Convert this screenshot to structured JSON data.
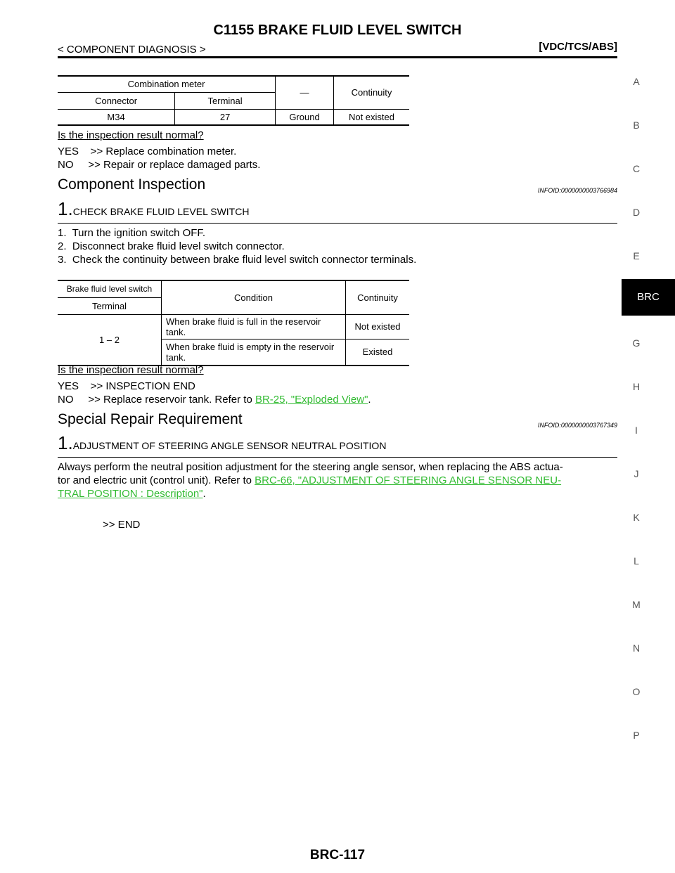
{
  "header": {
    "title": "C1155 BRAKE FLUID LEVEL SWITCH",
    "left": "< COMPONENT DIAGNOSIS >",
    "right": "[VDC/TCS/ABS]"
  },
  "table1": {
    "h1": "Combination meter",
    "h_dash": "—",
    "h_cont": "Continuity",
    "h_connector": "Connector",
    "h_terminal": "Terminal",
    "r_connector": "M34",
    "r_terminal": "27",
    "r_ground": "Ground",
    "r_cont": "Not existed"
  },
  "check1": {
    "question": "Is the inspection result normal?",
    "yes": "YES    >> Replace combination meter.",
    "no": "NO     >> Repair or replace damaged parts."
  },
  "section1": {
    "title": "Component Inspection",
    "infoid": "INFOID:0000000003766984",
    "step_num": "1.",
    "step_text": "CHECK BRAKE FLUID LEVEL SWITCH",
    "items": [
      "1.  Turn the ignition switch OFF.",
      "2.  Disconnect brake fluid level switch connector.",
      "3.  Check the continuity between brake fluid level switch connector terminals."
    ]
  },
  "table2": {
    "h1": "Brake fluid level switch",
    "h_condition": "Condition",
    "h_cont": "Continuity",
    "h_terminal": "Terminal",
    "terminal": "1  –  2",
    "cond1": "When brake fluid is full in the reservoir tank.",
    "cont1": "Not existed",
    "cond2": "When brake fluid is empty in the reservoir tank.",
    "cont2": "Existed"
  },
  "check2": {
    "question": "Is the inspection result normal?",
    "yes": "YES    >> INSPECTION END",
    "no_prefix": "NO     >> Replace reservoir tank. Refer to ",
    "no_link": "BR-25, \"Exploded View\"",
    "no_suffix": "."
  },
  "section2": {
    "title": "Special Repair Requirement",
    "infoid": "INFOID:0000000003767349",
    "step_num": "1.",
    "step_text": "ADJUSTMENT OF STEERING ANGLE SENSOR NEUTRAL POSITION",
    "body_line1": "Always perform the neutral position adjustment for the steering angle sensor, when replacing the ABS actua-",
    "body_line2_prefix": "tor and electric unit (control unit). Refer to ",
    "body_link1": "BRC-66, \"ADJUSTMENT OF STEERING ANGLE SENSOR NEU-",
    "body_link2": "TRAL POSITION : Description\"",
    "body_suffix": ".",
    "end": ">> END"
  },
  "sidebar": {
    "letters": [
      "A",
      "B",
      "C",
      "D",
      "E",
      "G",
      "H",
      "I",
      "J",
      "K",
      "L",
      "M",
      "N",
      "O",
      "P"
    ],
    "active": "BRC"
  },
  "footer": {
    "page": "BRC-117"
  }
}
